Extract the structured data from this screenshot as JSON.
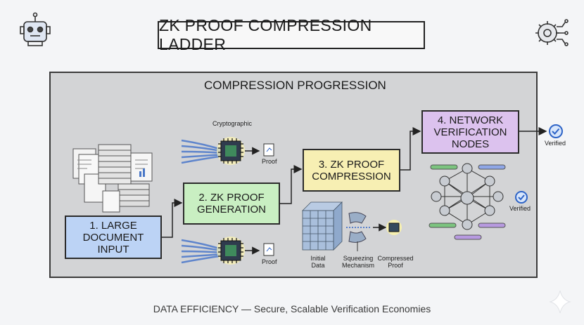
{
  "header": {
    "title": "ZK PROOF COMPRESSION LADDER",
    "left_icon": "robot-icon",
    "right_icon": "gear-circuit-icon"
  },
  "panel": {
    "title": "COMPRESSION PROGRESSION"
  },
  "stages": {
    "s1": "1. LARGE DOCUMENT INPUT",
    "s2": "2. ZK PROOF GENERATION",
    "s3": "3. ZK PROOF COMPRESSION",
    "s4": "4. NETWORK VERIFICATION NODES"
  },
  "labels": {
    "cryptographic": "Cryptographic",
    "proof_top": "Proof",
    "proof_bottom": "Proof",
    "initial_data": "Initial Data",
    "squeezing": "Squeezing Mechanism",
    "compressed": "Compressed Proof",
    "verified_network": "Verified",
    "verified_out": "Verified"
  },
  "footer": {
    "text": "DATA EFFICIENCY — Secure, Scalable Verification Economies"
  },
  "colors": {
    "stage1": "#bcd3f5",
    "stage2": "#c9efc2",
    "stage3": "#f7efb3",
    "stage4": "#dcc2ee",
    "panel": "#d3d4d6",
    "accent_blue": "#2e64c7"
  }
}
